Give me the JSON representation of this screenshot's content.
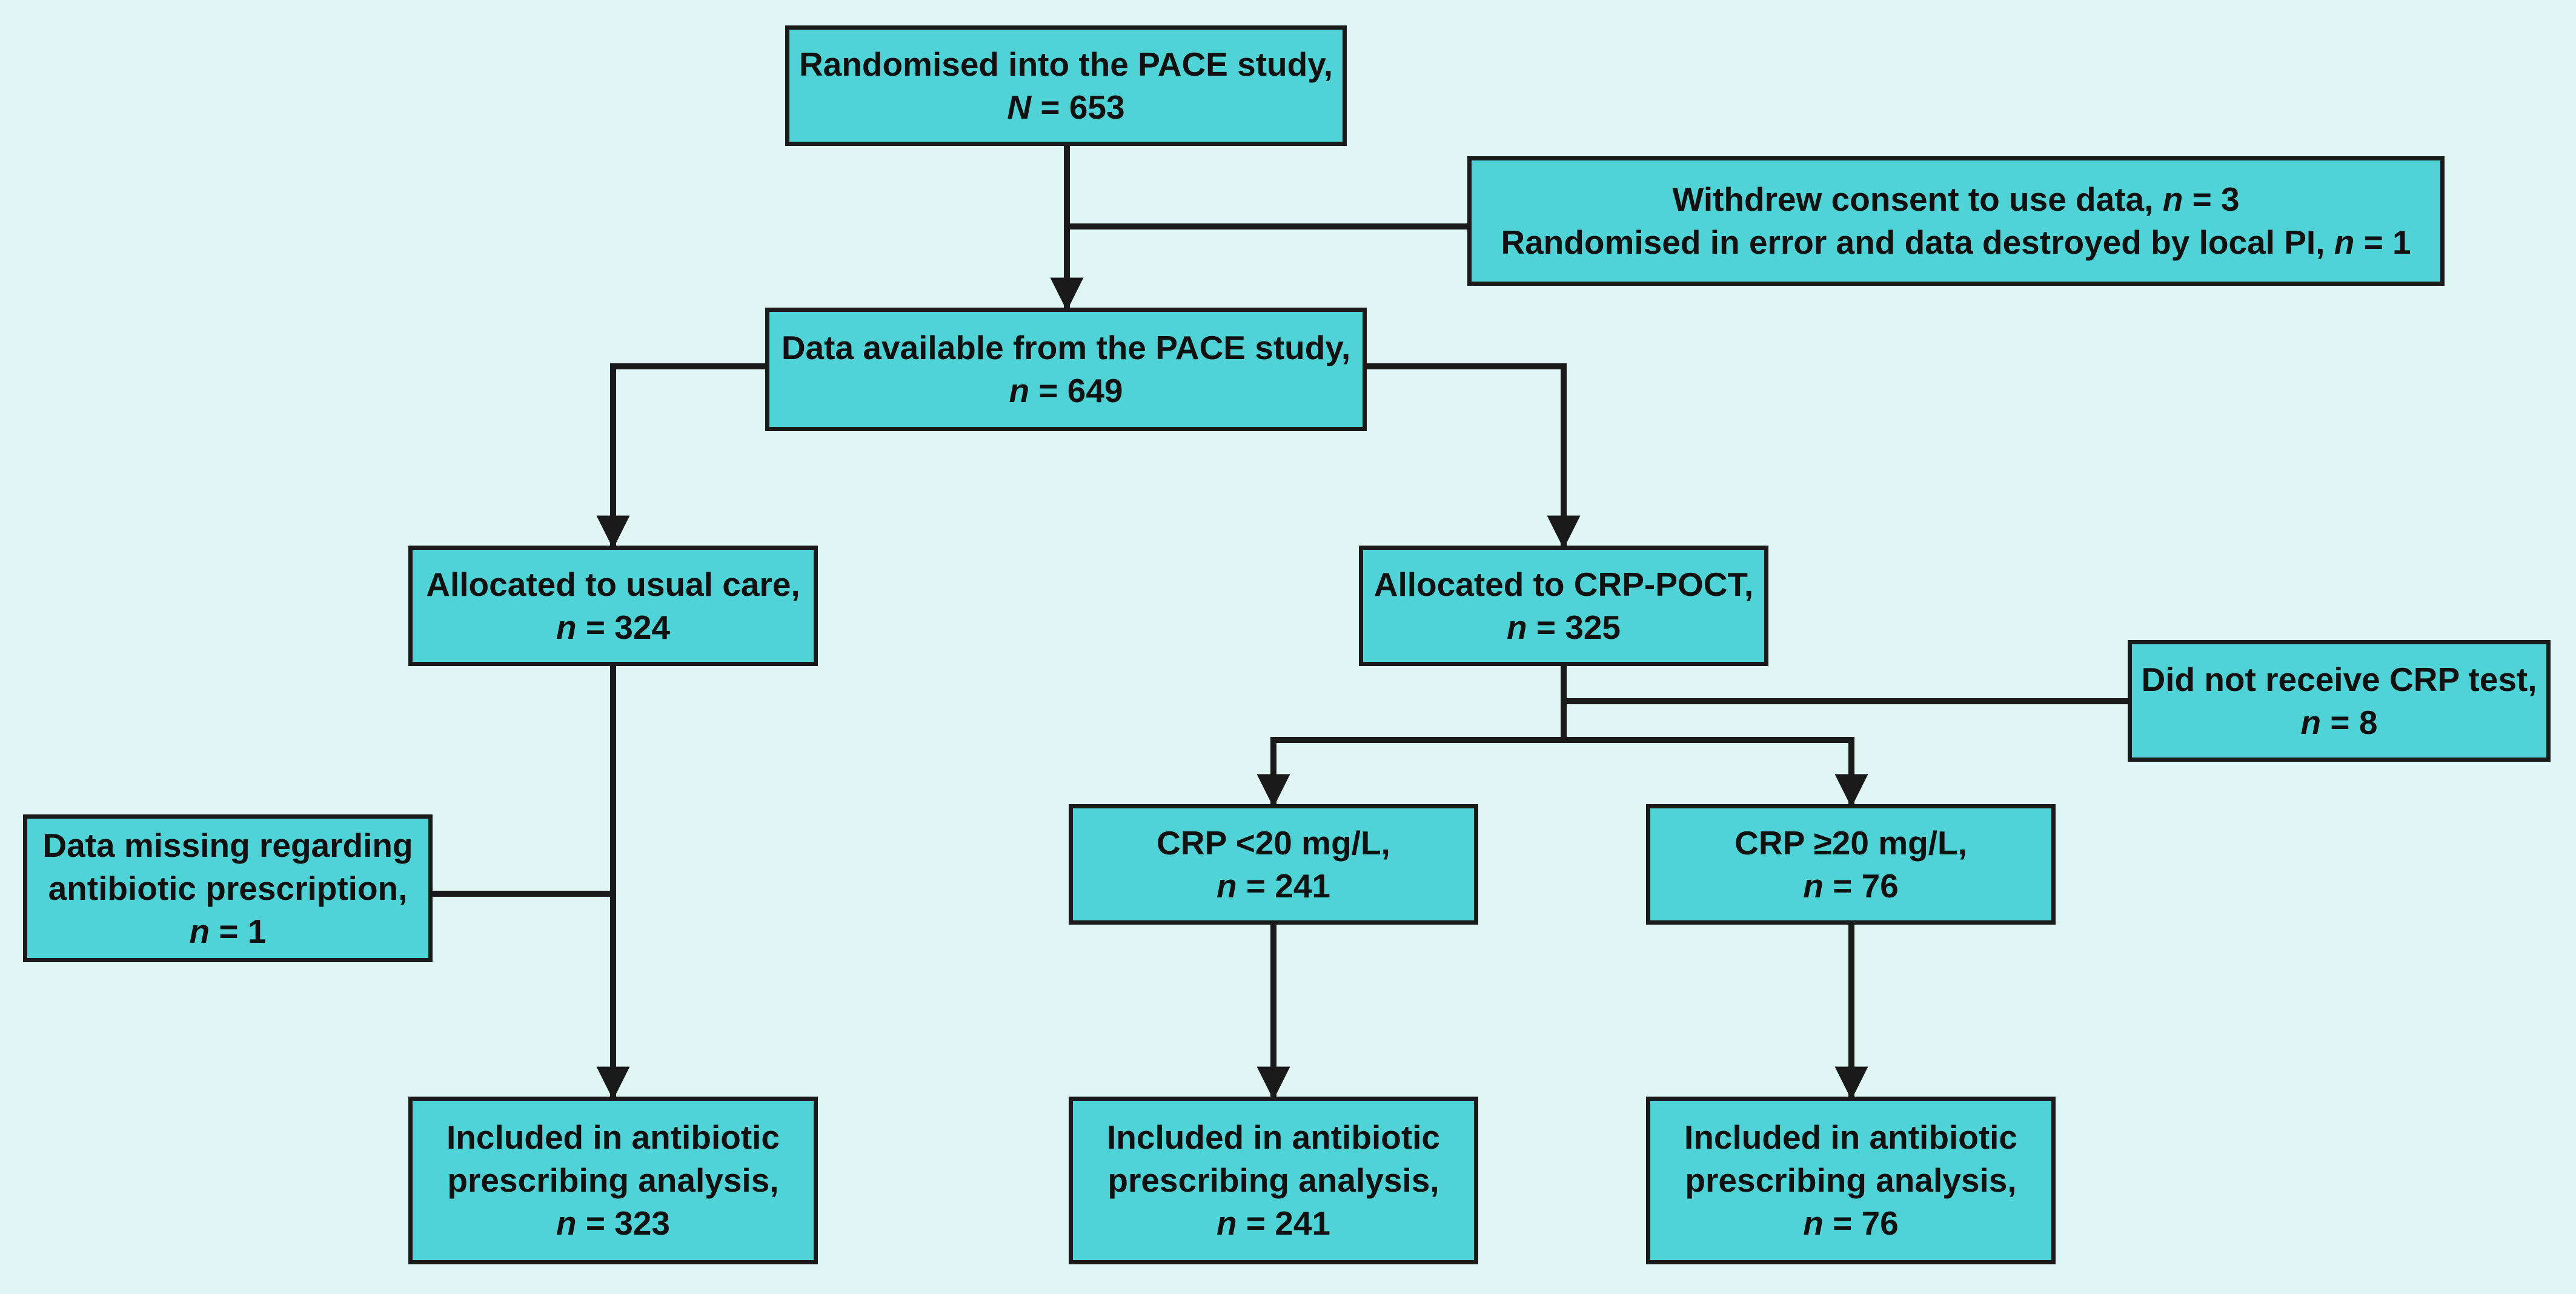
{
  "colors": {
    "background": "#e0f6f4",
    "box_fill": "#4fd3d6",
    "line": "#1a1a1a"
  },
  "boxes": {
    "randomised": {
      "line1": "Randomised into the PACE study,",
      "var": "N",
      "eq": " = 653"
    },
    "withdrew": {
      "line1_text": "Withdrew consent to use data, ",
      "line1_var": "n",
      "line1_eq": " = 3",
      "line2_text": "Randomised in error and data destroyed by local PI, ",
      "line2_var": "n",
      "line2_eq": " = 1"
    },
    "available": {
      "line1": "Data available from the PACE study,",
      "var": "n",
      "eq": " = 649"
    },
    "usual_care": {
      "line1": "Allocated to usual care,",
      "var": "n",
      "eq": " = 324"
    },
    "crp_poct": {
      "line1": "Allocated to CRP-POCT,",
      "var": "n",
      "eq": " = 325"
    },
    "no_crp": {
      "line1": "Did not receive CRP test,",
      "var": "n",
      "eq": " = 8"
    },
    "crp_low": {
      "line1": "CRP <20 mg/L,",
      "var": "n",
      "eq": " = 241"
    },
    "crp_high": {
      "line1": "CRP ≥20 mg/L,",
      "var": "n",
      "eq": " = 76"
    },
    "missing": {
      "line1": "Data missing regarding",
      "line2": "antibiotic prescription,",
      "var": "n",
      "eq": " = 1"
    },
    "incl_usual": {
      "line1": "Included in antibiotic",
      "line2": "prescribing analysis,",
      "var": "n",
      "eq": " = 323"
    },
    "incl_low": {
      "line1": "Included in antibiotic",
      "line2": "prescribing analysis,",
      "var": "n",
      "eq": " = 241"
    },
    "incl_high": {
      "line1": "Included in antibiotic",
      "line2": "prescribing analysis,",
      "var": "n",
      "eq": " = 76"
    }
  }
}
